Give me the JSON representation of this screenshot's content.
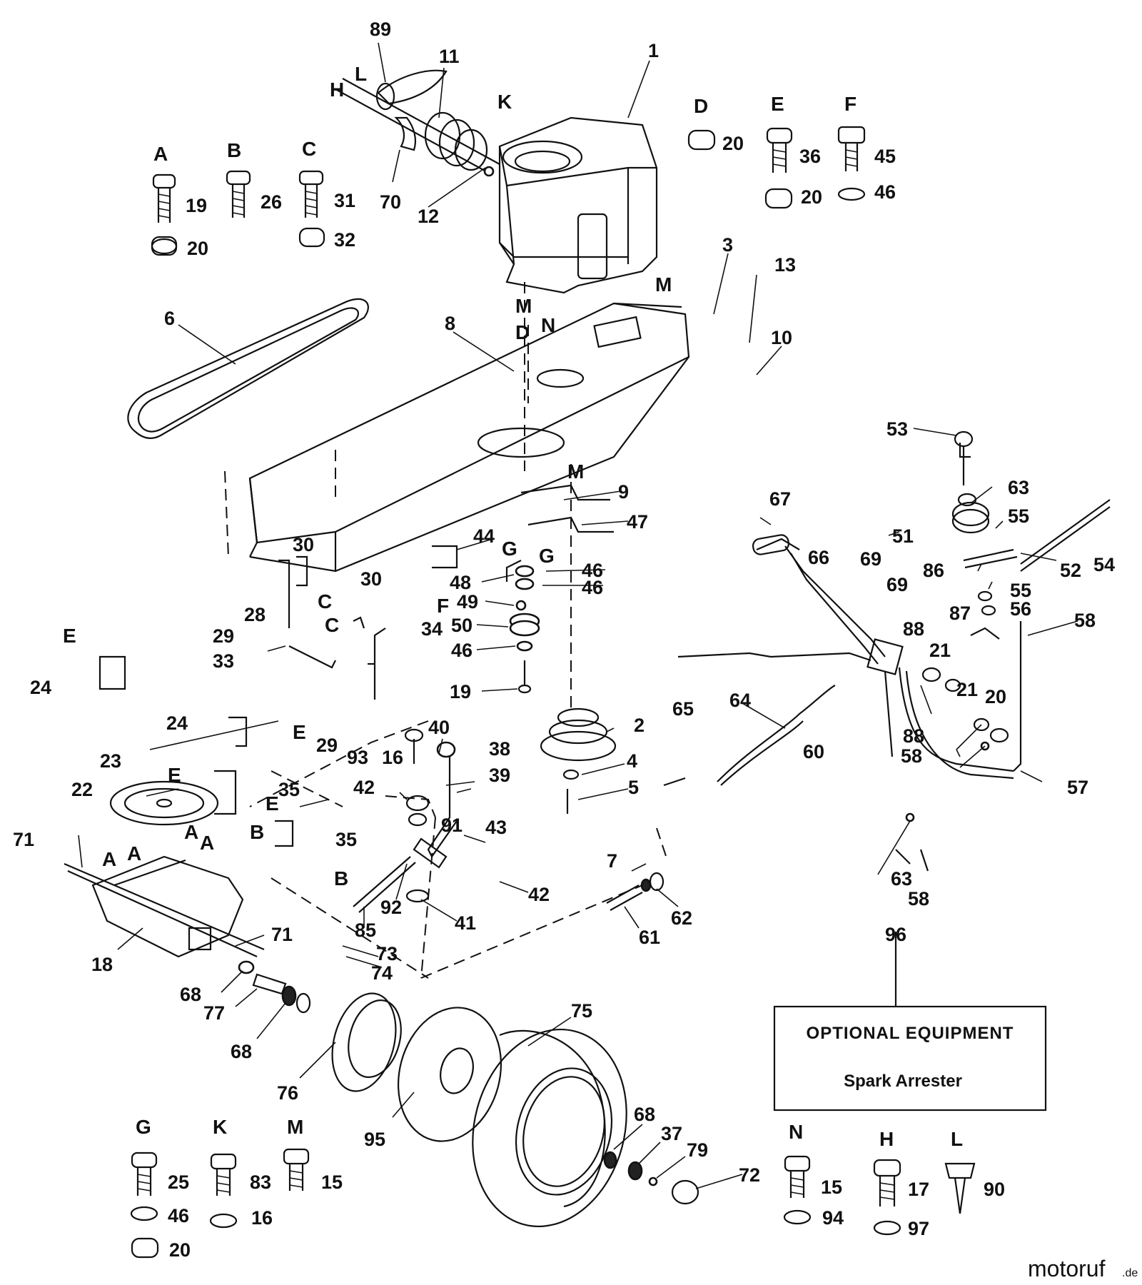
{
  "diagram": {
    "part_labels": [
      {
        "key": "p89",
        "text": "89"
      },
      {
        "key": "p11",
        "text": "11"
      },
      {
        "key": "p1",
        "text": "1"
      },
      {
        "key": "p70",
        "text": "70"
      },
      {
        "key": "p12",
        "text": "12"
      },
      {
        "key": "p6",
        "text": "6"
      },
      {
        "key": "p8",
        "text": "8"
      },
      {
        "key": "p3",
        "text": "3"
      },
      {
        "key": "p13",
        "text": "13"
      },
      {
        "key": "p10",
        "text": "10"
      },
      {
        "key": "p9",
        "text": "9"
      },
      {
        "key": "p47",
        "text": "47"
      },
      {
        "key": "p44",
        "text": "44"
      },
      {
        "key": "p48",
        "text": "48"
      },
      {
        "key": "p46a",
        "text": "46"
      },
      {
        "key": "p46b",
        "text": "46"
      },
      {
        "key": "p49",
        "text": "49"
      },
      {
        "key": "p50",
        "text": "50"
      },
      {
        "key": "p46c",
        "text": "46"
      },
      {
        "key": "p19",
        "text": "19"
      },
      {
        "key": "p30a",
        "text": "30"
      },
      {
        "key": "p30b",
        "text": "30"
      },
      {
        "key": "p28",
        "text": "28"
      },
      {
        "key": "p29a",
        "text": "29"
      },
      {
        "key": "p33",
        "text": "33"
      },
      {
        "key": "p34",
        "text": "34"
      },
      {
        "key": "p29b",
        "text": "29"
      },
      {
        "key": "p24a",
        "text": "24"
      },
      {
        "key": "p24b",
        "text": "24"
      },
      {
        "key": "p2",
        "text": "2"
      },
      {
        "key": "p4",
        "text": "4"
      },
      {
        "key": "p5",
        "text": "5"
      },
      {
        "key": "p40",
        "text": "40"
      },
      {
        "key": "p38",
        "text": "38"
      },
      {
        "key": "p93",
        "text": "93"
      },
      {
        "key": "p16",
        "text": "16"
      },
      {
        "key": "p39",
        "text": "39"
      },
      {
        "key": "p42a",
        "text": "42"
      },
      {
        "key": "p91",
        "text": "91"
      },
      {
        "key": "p43",
        "text": "43"
      },
      {
        "key": "p42b",
        "text": "42"
      },
      {
        "key": "p92",
        "text": "92"
      },
      {
        "key": "p41",
        "text": "41"
      },
      {
        "key": "p85",
        "text": "85"
      },
      {
        "key": "p23",
        "text": "23"
      },
      {
        "key": "p22",
        "text": "22"
      },
      {
        "key": "p35a",
        "text": "35"
      },
      {
        "key": "p35b",
        "text": "35"
      },
      {
        "key": "p71a",
        "text": "71"
      },
      {
        "key": "p71b",
        "text": "71"
      },
      {
        "key": "p18",
        "text": "18"
      },
      {
        "key": "p73",
        "text": "73"
      },
      {
        "key": "p74",
        "text": "74"
      },
      {
        "key": "p68a",
        "text": "68"
      },
      {
        "key": "p77",
        "text": "77"
      },
      {
        "key": "p68b",
        "text": "68"
      },
      {
        "key": "p76",
        "text": "76"
      },
      {
        "key": "p95",
        "text": "95"
      },
      {
        "key": "p75",
        "text": "75"
      },
      {
        "key": "p68c",
        "text": "68"
      },
      {
        "key": "p37",
        "text": "37"
      },
      {
        "key": "p79",
        "text": "79"
      },
      {
        "key": "p72",
        "text": "72"
      },
      {
        "key": "p7",
        "text": "7"
      },
      {
        "key": "p62",
        "text": "62"
      },
      {
        "key": "p61",
        "text": "61"
      },
      {
        "key": "p53",
        "text": "53"
      },
      {
        "key": "p63a",
        "text": "63"
      },
      {
        "key": "p55a",
        "text": "55"
      },
      {
        "key": "p67",
        "text": "67"
      },
      {
        "key": "p51",
        "text": "51"
      },
      {
        "key": "p54",
        "text": "54"
      },
      {
        "key": "p66",
        "text": "66"
      },
      {
        "key": "p69a",
        "text": "69"
      },
      {
        "key": "p69b",
        "text": "69"
      },
      {
        "key": "p86",
        "text": "86"
      },
      {
        "key": "p52",
        "text": "52"
      },
      {
        "key": "p55b",
        "text": "55"
      },
      {
        "key": "p56",
        "text": "56"
      },
      {
        "key": "p87",
        "text": "87"
      },
      {
        "key": "p58a",
        "text": "58"
      },
      {
        "key": "p88a",
        "text": "88"
      },
      {
        "key": "p21a",
        "text": "21"
      },
      {
        "key": "p21b",
        "text": "21"
      },
      {
        "key": "p20r",
        "text": "20"
      },
      {
        "key": "p88b",
        "text": "88"
      },
      {
        "key": "p65",
        "text": "65"
      },
      {
        "key": "p64",
        "text": "64"
      },
      {
        "key": "p60",
        "text": "60"
      },
      {
        "key": "p58b",
        "text": "58"
      },
      {
        "key": "p57",
        "text": "57"
      },
      {
        "key": "p63b",
        "text": "63"
      },
      {
        "key": "p58c",
        "text": "58"
      },
      {
        "key": "p96",
        "text": "96"
      }
    ],
    "connector_letters": [
      {
        "key": "H1",
        "text": "H"
      },
      {
        "key": "L1",
        "text": "L"
      },
      {
        "key": "K1",
        "text": "K"
      },
      {
        "key": "M1",
        "text": "M"
      },
      {
        "key": "M2",
        "text": "M"
      },
      {
        "key": "N1",
        "text": "N"
      },
      {
        "key": "D1",
        "text": "D"
      },
      {
        "key": "M3",
        "text": "M"
      },
      {
        "key": "G1",
        "text": "G"
      },
      {
        "key": "G2",
        "text": "G"
      },
      {
        "key": "F1",
        "text": "F"
      },
      {
        "key": "C1",
        "text": "C"
      },
      {
        "key": "C2",
        "text": "C"
      },
      {
        "key": "E1",
        "text": "E"
      },
      {
        "key": "E2",
        "text": "E"
      },
      {
        "key": "E3",
        "text": "E"
      },
      {
        "key": "E4",
        "text": "E"
      },
      {
        "key": "B1",
        "text": "B"
      },
      {
        "key": "B2",
        "text": "B"
      },
      {
        "key": "A1",
        "text": "A"
      },
      {
        "key": "A2",
        "text": "A"
      },
      {
        "key": "A3",
        "text": "A"
      },
      {
        "key": "A4",
        "text": "A"
      }
    ],
    "hardware_legend": [
      {
        "letter": "A",
        "parts": [
          "19",
          "20"
        ]
      },
      {
        "letter": "B",
        "parts": [
          "26"
        ]
      },
      {
        "letter": "C",
        "parts": [
          "31",
          "32"
        ]
      },
      {
        "letter": "D",
        "parts": [
          "20"
        ]
      },
      {
        "letter": "E",
        "parts": [
          "36",
          "20"
        ]
      },
      {
        "letter": "F",
        "parts": [
          "45",
          "46"
        ]
      },
      {
        "letter": "G",
        "parts": [
          "25",
          "46",
          "20"
        ]
      },
      {
        "letter": "K",
        "parts": [
          "83",
          "16"
        ]
      },
      {
        "letter": "M",
        "parts": [
          "15"
        ]
      },
      {
        "letter": "N",
        "parts": [
          "15",
          "94"
        ]
      },
      {
        "letter": "H",
        "parts": [
          "17",
          "97"
        ]
      },
      {
        "letter": "L",
        "parts": [
          "90"
        ]
      }
    ],
    "optional_box": {
      "title": "OPTIONAL EQUIPMENT",
      "item": "Spark Arrester"
    },
    "watermark": {
      "brand": "motoruf",
      "tld": ".de"
    }
  }
}
